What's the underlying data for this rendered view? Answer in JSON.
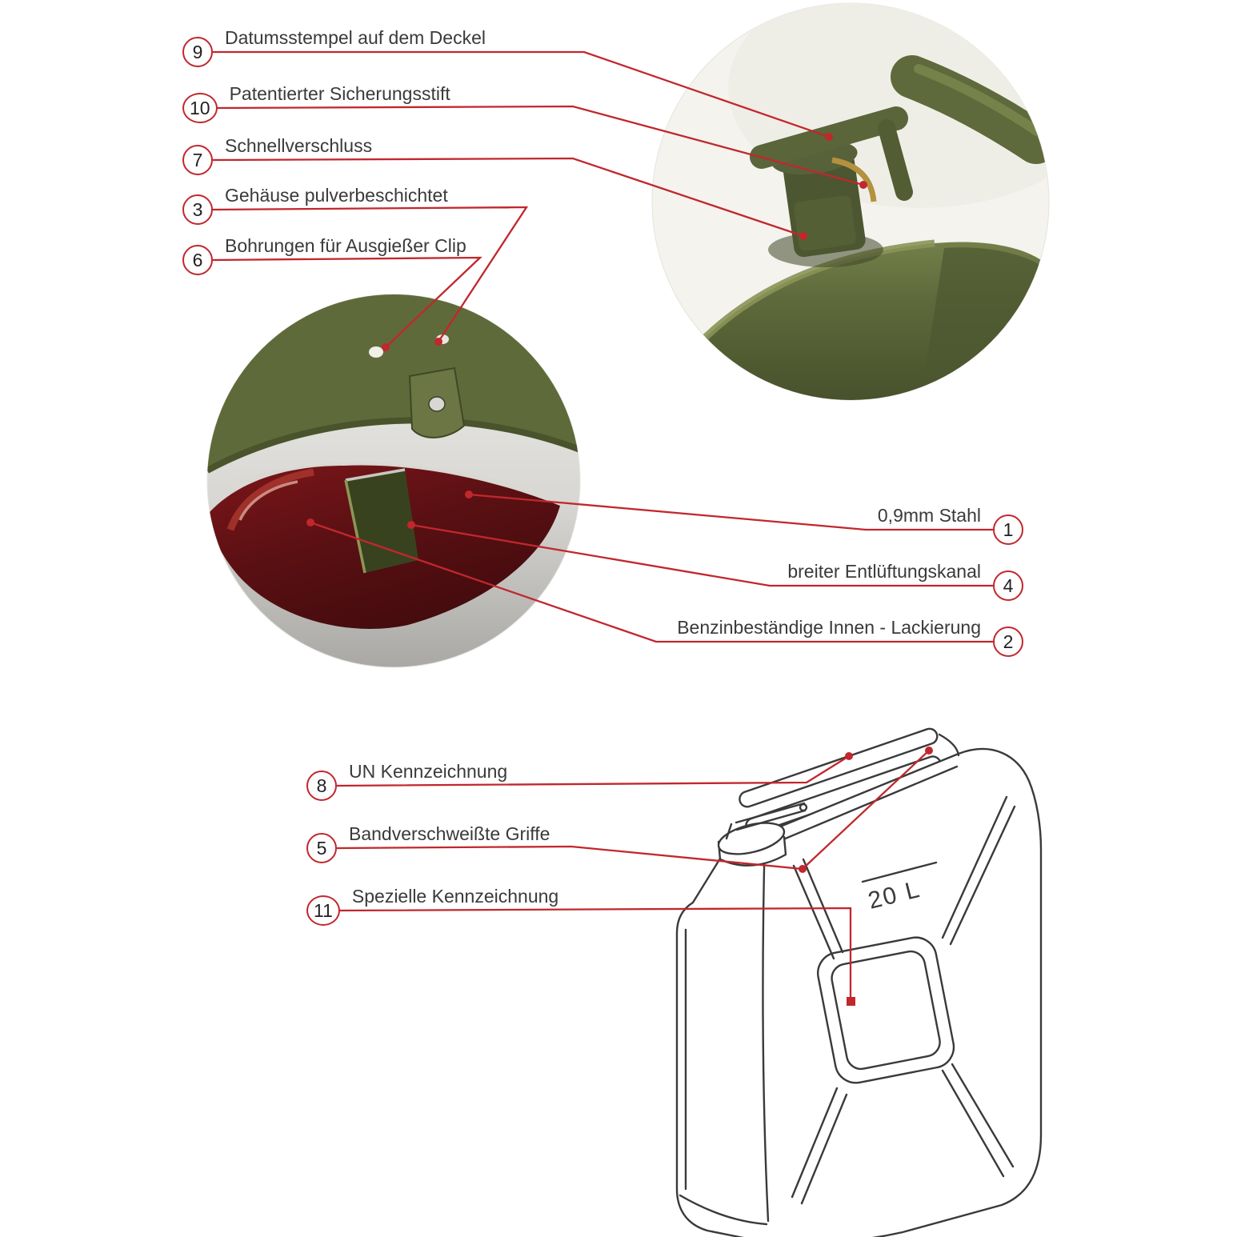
{
  "colors": {
    "accent_red": "#c1272d",
    "olive_green": "#5e6a3b",
    "interior_red": "#5a1013",
    "line_art": "#3a3a3a"
  },
  "callouts": {
    "left": [
      {
        "num": "9",
        "label": "Datumsstempel auf dem Deckel"
      },
      {
        "num": "10",
        "label": "Patentierter Sicherungsstift"
      },
      {
        "num": "7",
        "label": "Schnellverschluss"
      },
      {
        "num": "3",
        "label": "Gehäuse pulverbeschichtet"
      },
      {
        "num": "6",
        "label": "Bohrungen für Ausgießer Clip"
      }
    ],
    "right": [
      {
        "num": "1",
        "label": "0,9mm Stahl"
      },
      {
        "num": "4",
        "label": "breiter Entlüftungskanal"
      },
      {
        "num": "2",
        "label": "Benzinbeständige  Innen - Lackierung"
      }
    ],
    "bottom": [
      {
        "num": "8",
        "label": "UN Kennzeichnung"
      },
      {
        "num": "5",
        "label": "Bandverschweißte Griffe"
      },
      {
        "num": "11",
        "label": "Spezielle Kennzeichnung"
      }
    ]
  },
  "drawing": {
    "capacity_label": "20 L"
  }
}
